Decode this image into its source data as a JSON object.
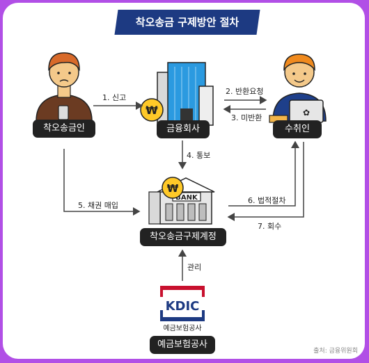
{
  "title": "착오송금 구제방안 절차",
  "nodes": {
    "sender": "착오송금인",
    "financial_company": "금융회사",
    "recipient": "수취인",
    "relief_account": "착오송금구제계정",
    "kdic": "예금보험공사"
  },
  "edges": {
    "report": "1. 신고",
    "return_request": "2. 반환요청",
    "not_returned": "3. 미반환",
    "notify": "4. 통보",
    "bond_purchase": "5. 채권 매입",
    "legal_process": "6. 법적절차",
    "recovery": "7. 회수",
    "manage": "관리"
  },
  "bank_sign": "BANK",
  "kdic_logo": {
    "text": "KDIC",
    "subtitle": "예금보험공사"
  },
  "won_symbol": "₩",
  "source": "출처: 금융위원회"
}
